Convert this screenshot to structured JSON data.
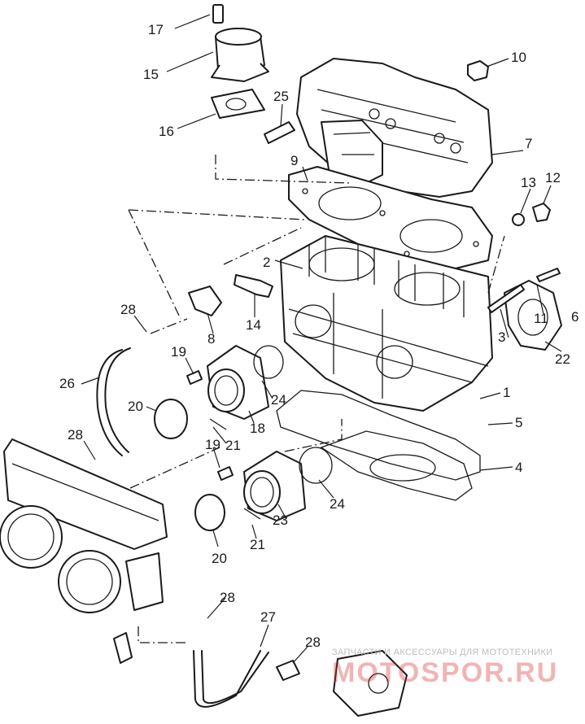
{
  "diagram": {
    "callouts": [
      "17",
      "15",
      "16",
      "25",
      "10",
      "7",
      "9",
      "13",
      "12",
      "2",
      "14",
      "8",
      "28",
      "6",
      "11",
      "3",
      "22",
      "19",
      "24",
      "1",
      "26",
      "20",
      "18",
      "21",
      "5",
      "4",
      "28",
      "19",
      "23",
      "24",
      "21",
      "20",
      "28",
      "27",
      "28"
    ]
  },
  "watermark": {
    "tagline": "ЗАПЧАСТИ И АКСЕССУАРЫ ДЛЯ МОТОТЕХНИКИ",
    "brand": "MOTOSPOR.RU"
  }
}
